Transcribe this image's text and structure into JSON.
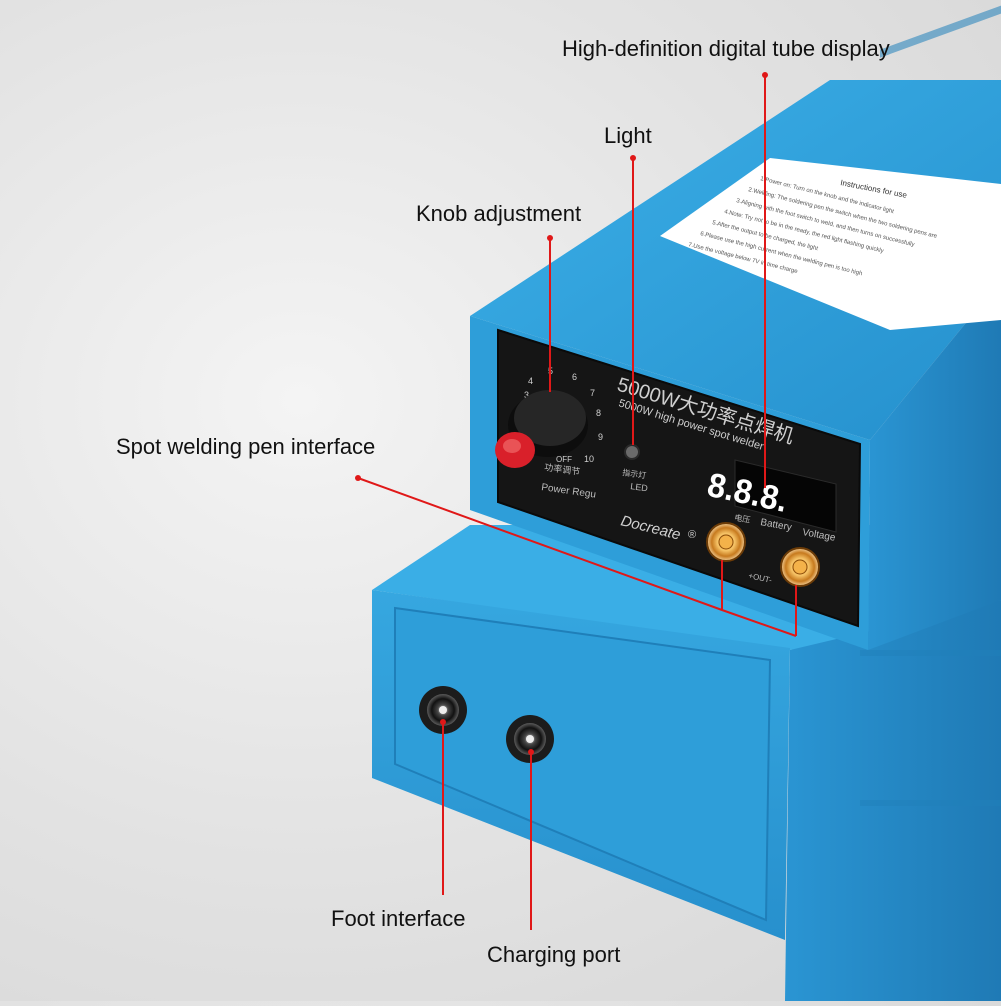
{
  "callouts": {
    "display": "High-definition digital tube display",
    "light": "Light",
    "knob": "Knob adjustment",
    "pen_interface": "Spot welding pen interface",
    "foot": "Foot interface",
    "charging": "Charging port"
  },
  "panel": {
    "title_cn": "5000W大功率点焊机",
    "title_en": "5000W high power spot welder",
    "brand": "Docreate",
    "registered": "®",
    "power_cn": "功率调节",
    "power_en": "Power Regu",
    "led_cn": "指示灯",
    "led_en": "LED",
    "readout": "8.8.8.",
    "voltage_cn": "电压",
    "battery": "Battery",
    "voltage": "Voltage",
    "out": "+OUT-",
    "knob_scale": [
      "3",
      "4",
      "5",
      "6",
      "7",
      "8",
      "9",
      "10",
      "OFF"
    ]
  },
  "sticker": {
    "title": "Instructions for use",
    "lines": [
      "1.Power on: Turn on the knob and the indicator light",
      "2.Welding: The soldering pen the switch when the two soldering pens are",
      "3.Aligning with the foot switch to weld, and then turns on successfully",
      "4.Note: Try not to be in the ready, the red light flashing quickly",
      "5.After the output to be charged, the light",
      "6.Please use the high current when the welding pen is too high",
      "7.Use the voltage below 7V in time charge"
    ]
  },
  "colors": {
    "case_blue": "#2fa0db",
    "case_dark": "#1f7fb9",
    "panel_black": "#151515",
    "knob_red": "#d9202a",
    "callout_red": "#e01818",
    "display_digit": "#ffffff"
  }
}
